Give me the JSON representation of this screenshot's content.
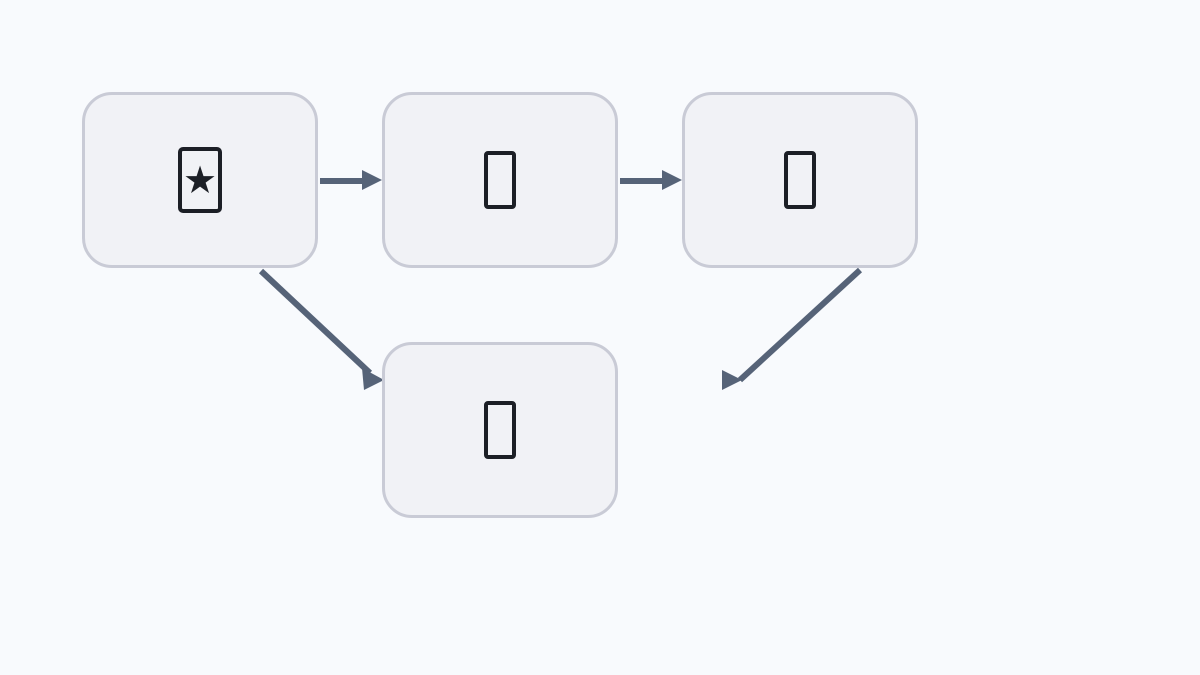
{
  "diagram": {
    "nodes": [
      {
        "id": "n1",
        "icon": "star-card-icon",
        "glyph": "★"
      },
      {
        "id": "n2",
        "icon": "unknown-glyph-icon",
        "glyph": ""
      },
      {
        "id": "n3",
        "icon": "unknown-glyph-icon",
        "glyph": ""
      },
      {
        "id": "n4",
        "icon": "unknown-glyph-icon",
        "glyph": ""
      }
    ],
    "edges": [
      {
        "from": "n1",
        "to": "n2"
      },
      {
        "from": "n2",
        "to": "n3"
      },
      {
        "from": "n1",
        "to": "n4"
      },
      {
        "from": "n3",
        "to": "empty-target"
      }
    ],
    "colors": {
      "background": "#f8fafd",
      "node_fill": "#f1f2f6",
      "node_border": "#c9cbd6",
      "edge": "#566378",
      "glyph": "#1c1f26"
    }
  }
}
